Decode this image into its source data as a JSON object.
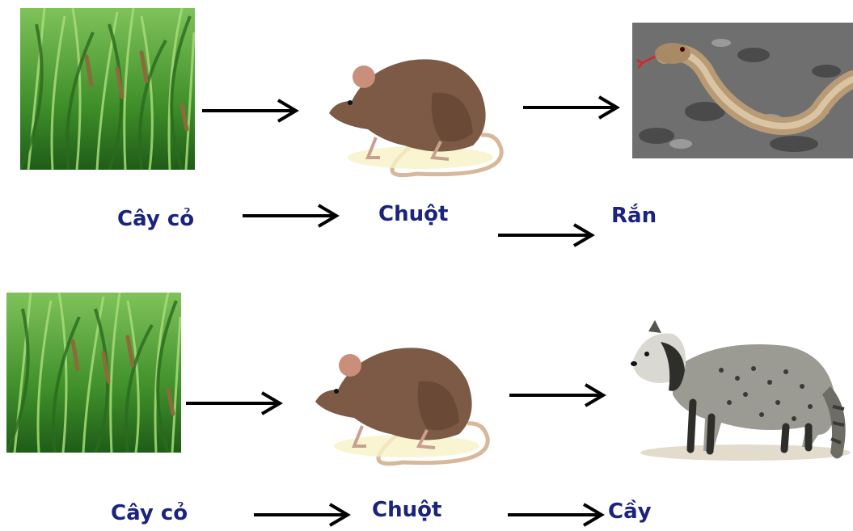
{
  "chains": [
    {
      "organisms": [
        {
          "name": "Cây cỏ",
          "picture": "grass-photo"
        },
        {
          "name": "Chuột",
          "picture": "rat-illustration"
        },
        {
          "name": "Rắn",
          "picture": "snake-photo"
        }
      ]
    },
    {
      "organisms": [
        {
          "name": "Cây cỏ",
          "picture": "grass-photo"
        },
        {
          "name": "Chuột",
          "picture": "rat-illustration"
        },
        {
          "name": "Cầy",
          "picture": "civet-illustration"
        }
      ]
    }
  ],
  "colors": {
    "label": "#1a237e",
    "arrow": "#000000",
    "grass": "#3f8f2a"
  }
}
